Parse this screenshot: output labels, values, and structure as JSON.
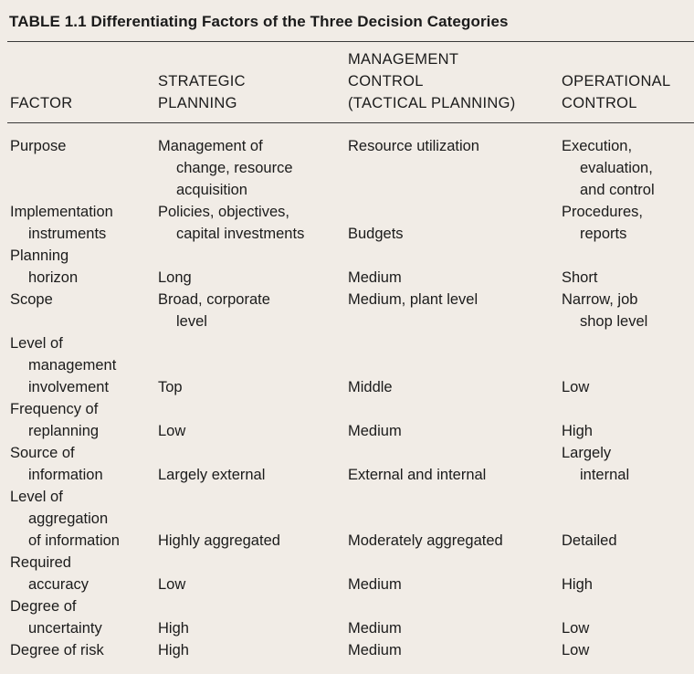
{
  "title": "TABLE 1.1   Differentiating Factors of the Three Decision Categories",
  "headers": {
    "factor": "FACTOR",
    "strategic": "STRATEGIC\nPLANNING",
    "management": "MANAGEMENT\nCONTROL\n(TACTICAL PLANNING)",
    "operational": "OPERATIONAL\nCONTROL"
  },
  "rows": [
    {
      "factor": "Purpose",
      "strategic": "Management of\nchange, resource\nacquisition",
      "management": "Resource utilization",
      "operational": "Execution,\nevaluation,\nand control"
    },
    {
      "factor": "Implementation\ninstruments",
      "strategic": "Policies, objectives,\ncapital investments",
      "management": "Budgets",
      "operational": "Procedures,\nreports"
    },
    {
      "factor": "Planning\nhorizon",
      "strategic": "Long",
      "management": "Medium",
      "operational": "Short"
    },
    {
      "factor": "Scope",
      "strategic": "Broad, corporate\nlevel",
      "management": "Medium, plant level",
      "operational": "Narrow, job\nshop level"
    },
    {
      "factor": "Level of\nmanagement\ninvolvement",
      "strategic": "Top",
      "management": "Middle",
      "operational": "Low"
    },
    {
      "factor": "Frequency of\nreplanning",
      "strategic": "Low",
      "management": "Medium",
      "operational": "High"
    },
    {
      "factor": "Source of\ninformation",
      "strategic": "Largely external",
      "management": "External and internal",
      "operational": "Largely\ninternal"
    },
    {
      "factor": "Level of\naggregation\nof information",
      "strategic": "Highly aggregated",
      "management": "Moderately aggregated",
      "operational": "Detailed"
    },
    {
      "factor": "Required\naccuracy",
      "strategic": "Low",
      "management": "Medium",
      "operational": "High"
    },
    {
      "factor": "Degree of\nuncertainty",
      "strategic": "High",
      "management": "Medium",
      "operational": "Low"
    },
    {
      "factor": "Degree of risk",
      "strategic": "High",
      "management": "Medium",
      "operational": "Low"
    }
  ]
}
